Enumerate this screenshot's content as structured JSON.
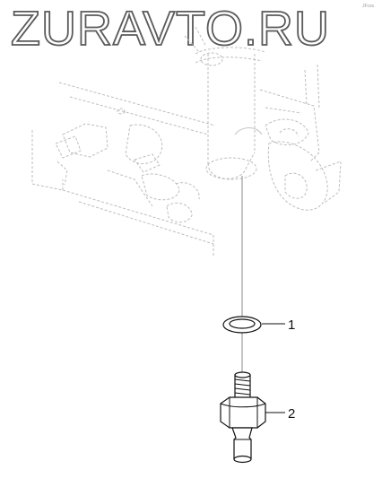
{
  "watermark": "ZURAVTO.RU",
  "corner_code": "JFcss",
  "callouts": [
    {
      "label": "1",
      "part": "O-ring seal"
    },
    {
      "label": "2",
      "part": "Hose fitting"
    }
  ]
}
